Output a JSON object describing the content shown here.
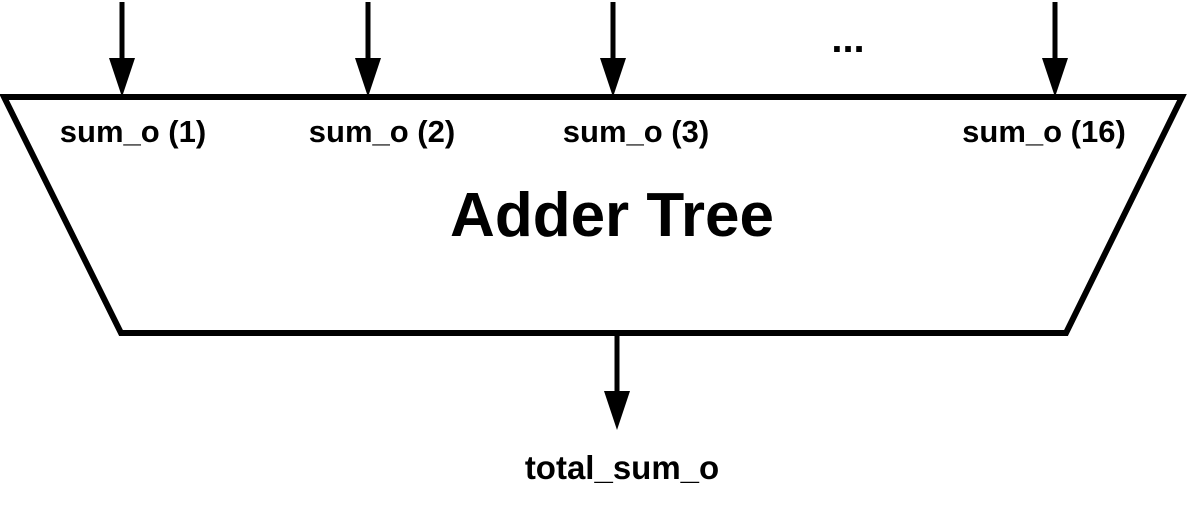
{
  "diagram": {
    "block_title": "Adder Tree",
    "inputs": [
      {
        "label": "sum_o (1)"
      },
      {
        "label": "sum_o (2)"
      },
      {
        "label": "sum_o (3)"
      },
      {
        "label": "sum_o (16)"
      }
    ],
    "ellipsis": "...",
    "output": {
      "label": "total_sum_o"
    },
    "colors": {
      "stroke": "#000000",
      "fill": "#ffffff"
    }
  }
}
